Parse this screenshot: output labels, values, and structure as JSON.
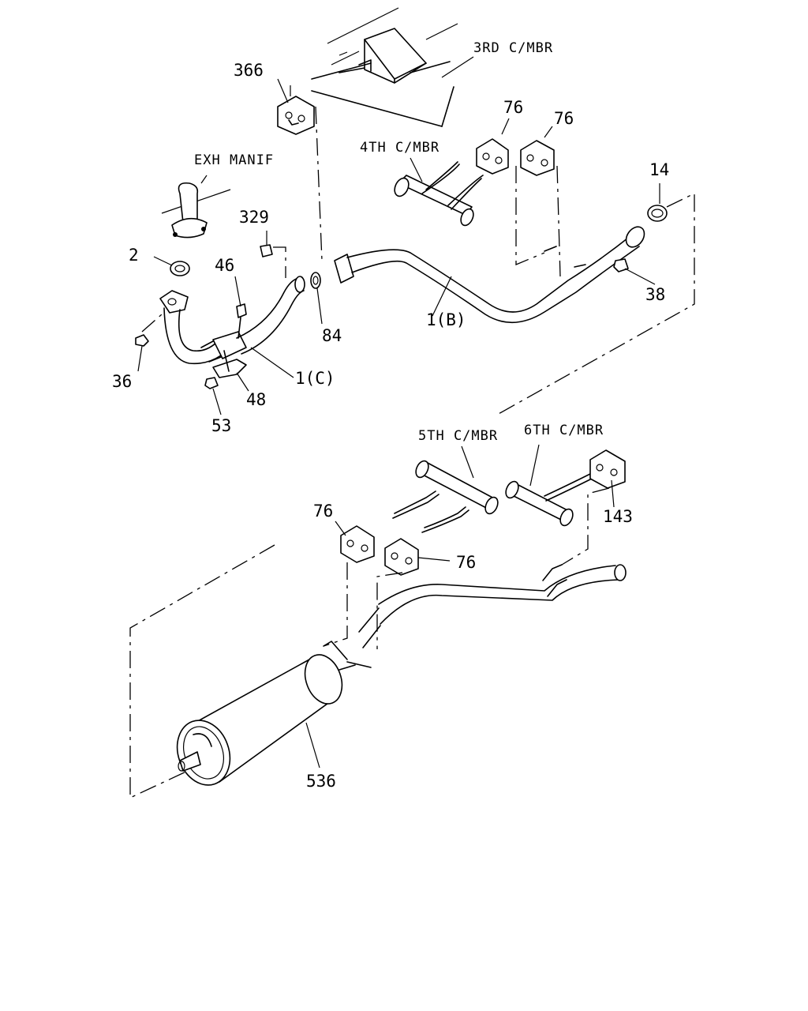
{
  "callouts": {
    "c366": "366",
    "rd3": "3RD C/MBR",
    "c76a": "76",
    "c76b": "76",
    "th4": "4TH C/MBR",
    "exh": "EXH MANIF",
    "c14": "14",
    "c329": "329",
    "c2": "2",
    "c46": "46",
    "c38": "38",
    "c84": "84",
    "c1b": "1(B)",
    "c36": "36",
    "c1c": "1(C)",
    "c48": "48",
    "c53": "53",
    "th5": "5TH C/MBR",
    "th6": "6TH C/MBR",
    "c76c": "76",
    "c143": "143",
    "c76d": "76",
    "c536": "536"
  }
}
